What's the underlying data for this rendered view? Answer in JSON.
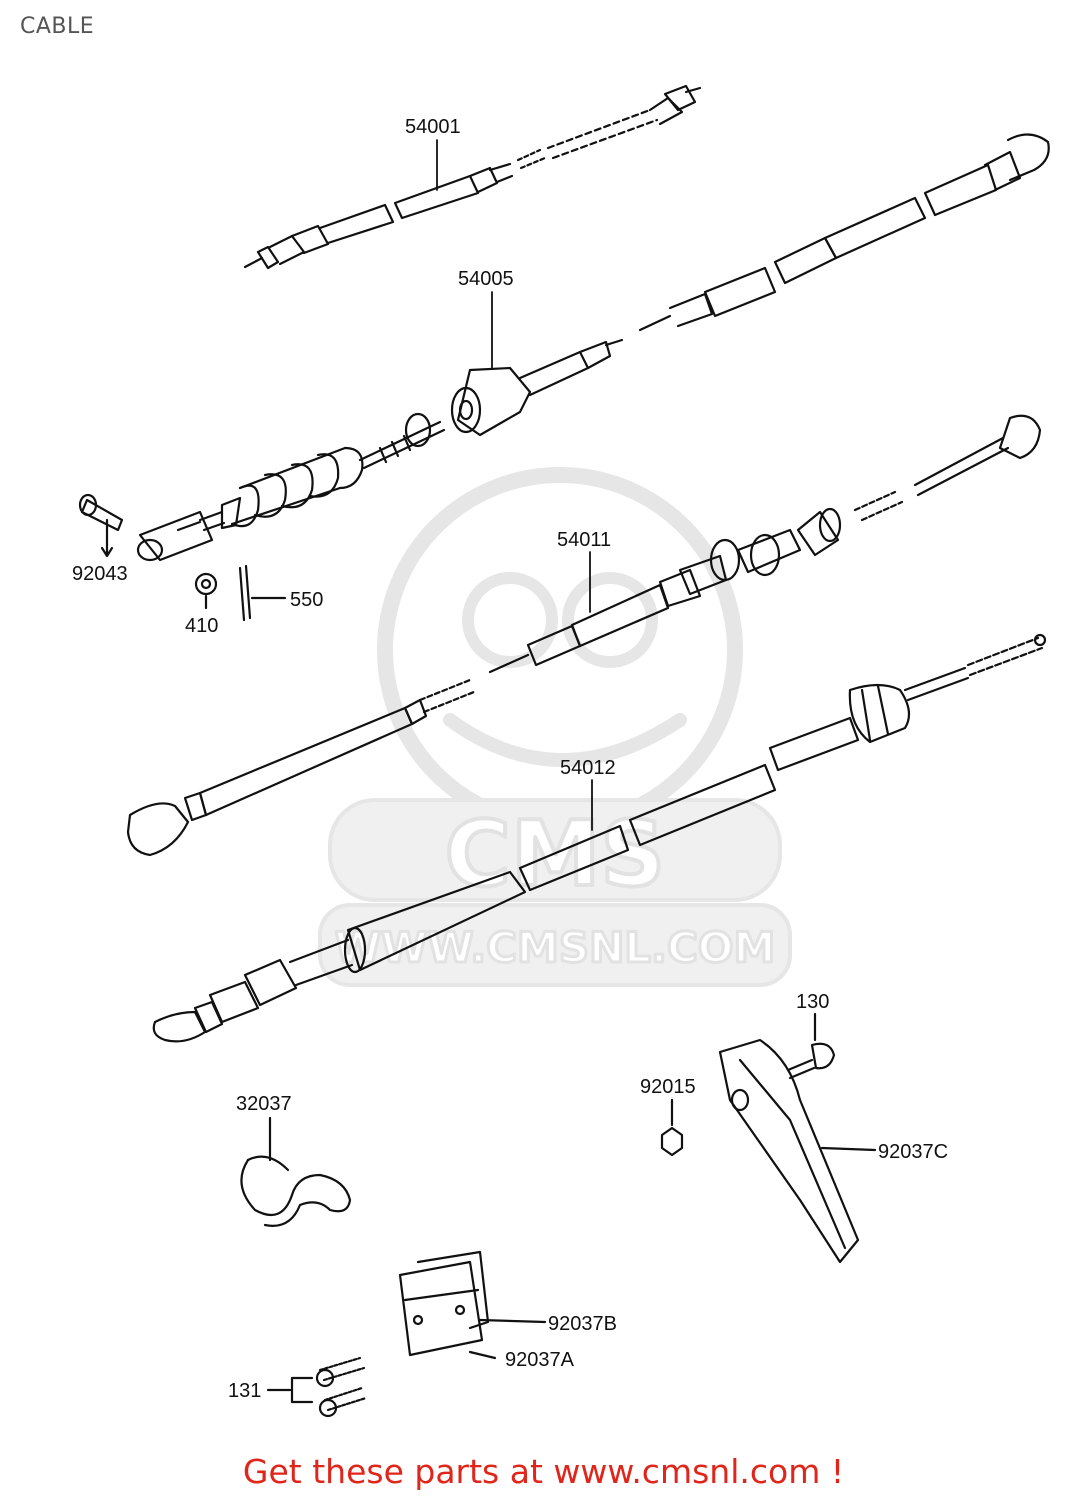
{
  "page": {
    "title": "CABLE"
  },
  "watermark": {
    "brand": "CMS",
    "url": "WWW.CMSNL.COM",
    "color": "#e6e6e6"
  },
  "parts": [
    {
      "id": "54001",
      "label": "54001"
    },
    {
      "id": "54005",
      "label": "54005"
    },
    {
      "id": "92043",
      "label": "92043"
    },
    {
      "id": "410",
      "label": "410"
    },
    {
      "id": "550",
      "label": "550"
    },
    {
      "id": "54011",
      "label": "54011"
    },
    {
      "id": "54012",
      "label": "54012"
    },
    {
      "id": "130",
      "label": "130"
    },
    {
      "id": "92015",
      "label": "92015"
    },
    {
      "id": "92037C",
      "label": "92037C"
    },
    {
      "id": "92037",
      "label": "32037"
    },
    {
      "id": "92037B",
      "label": "92037B"
    },
    {
      "id": "92037A",
      "label": "92037A"
    },
    {
      "id": "131",
      "label": "131"
    }
  ],
  "footer": {
    "link_text": "Get these parts at www.cmsnl.com !",
    "color": "#e0261b"
  }
}
